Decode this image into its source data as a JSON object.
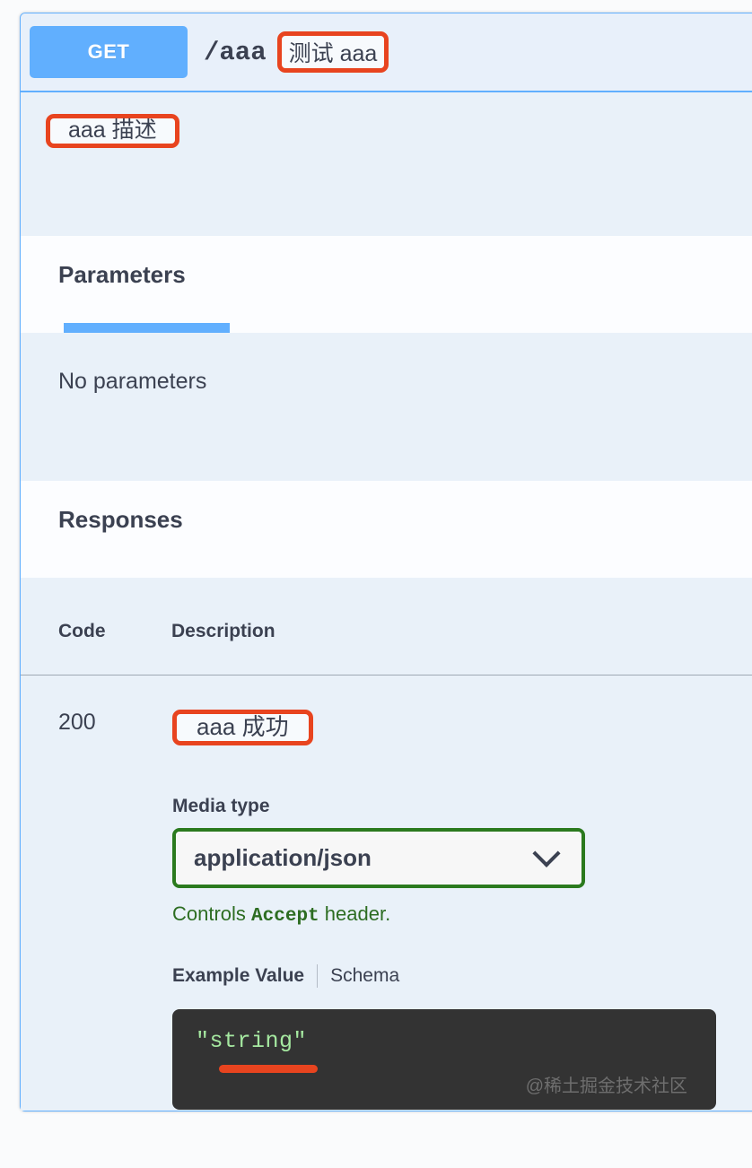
{
  "operation": {
    "method": "GET",
    "path": "/aaa",
    "summary": "测试 aaa",
    "description": "aaa 描述"
  },
  "parameters_section": {
    "title": "Parameters",
    "empty_text": "No parameters"
  },
  "responses_section": {
    "title": "Responses",
    "columns": {
      "code": "Code",
      "description": "Description"
    },
    "rows": [
      {
        "code": "200",
        "description": "aaa 成功",
        "media_type_label": "Media type",
        "media_type_value": "application/json",
        "media_type_options": [
          "application/json"
        ],
        "controls_prefix": "Controls ",
        "controls_code": "Accept",
        "controls_suffix": " header.",
        "tabs": {
          "example": "Example Value",
          "schema": "Schema"
        },
        "example_code": "\"string\""
      }
    ]
  },
  "watermark": "@稀土掘金技术社区",
  "colors": {
    "method_get": "#61affe",
    "annotation_red": "#e8441f",
    "annotation_green": "#2b7a1e",
    "panel_bg": "#e9f1f9",
    "code_bg": "#333333",
    "code_text": "#a5e8a0"
  }
}
